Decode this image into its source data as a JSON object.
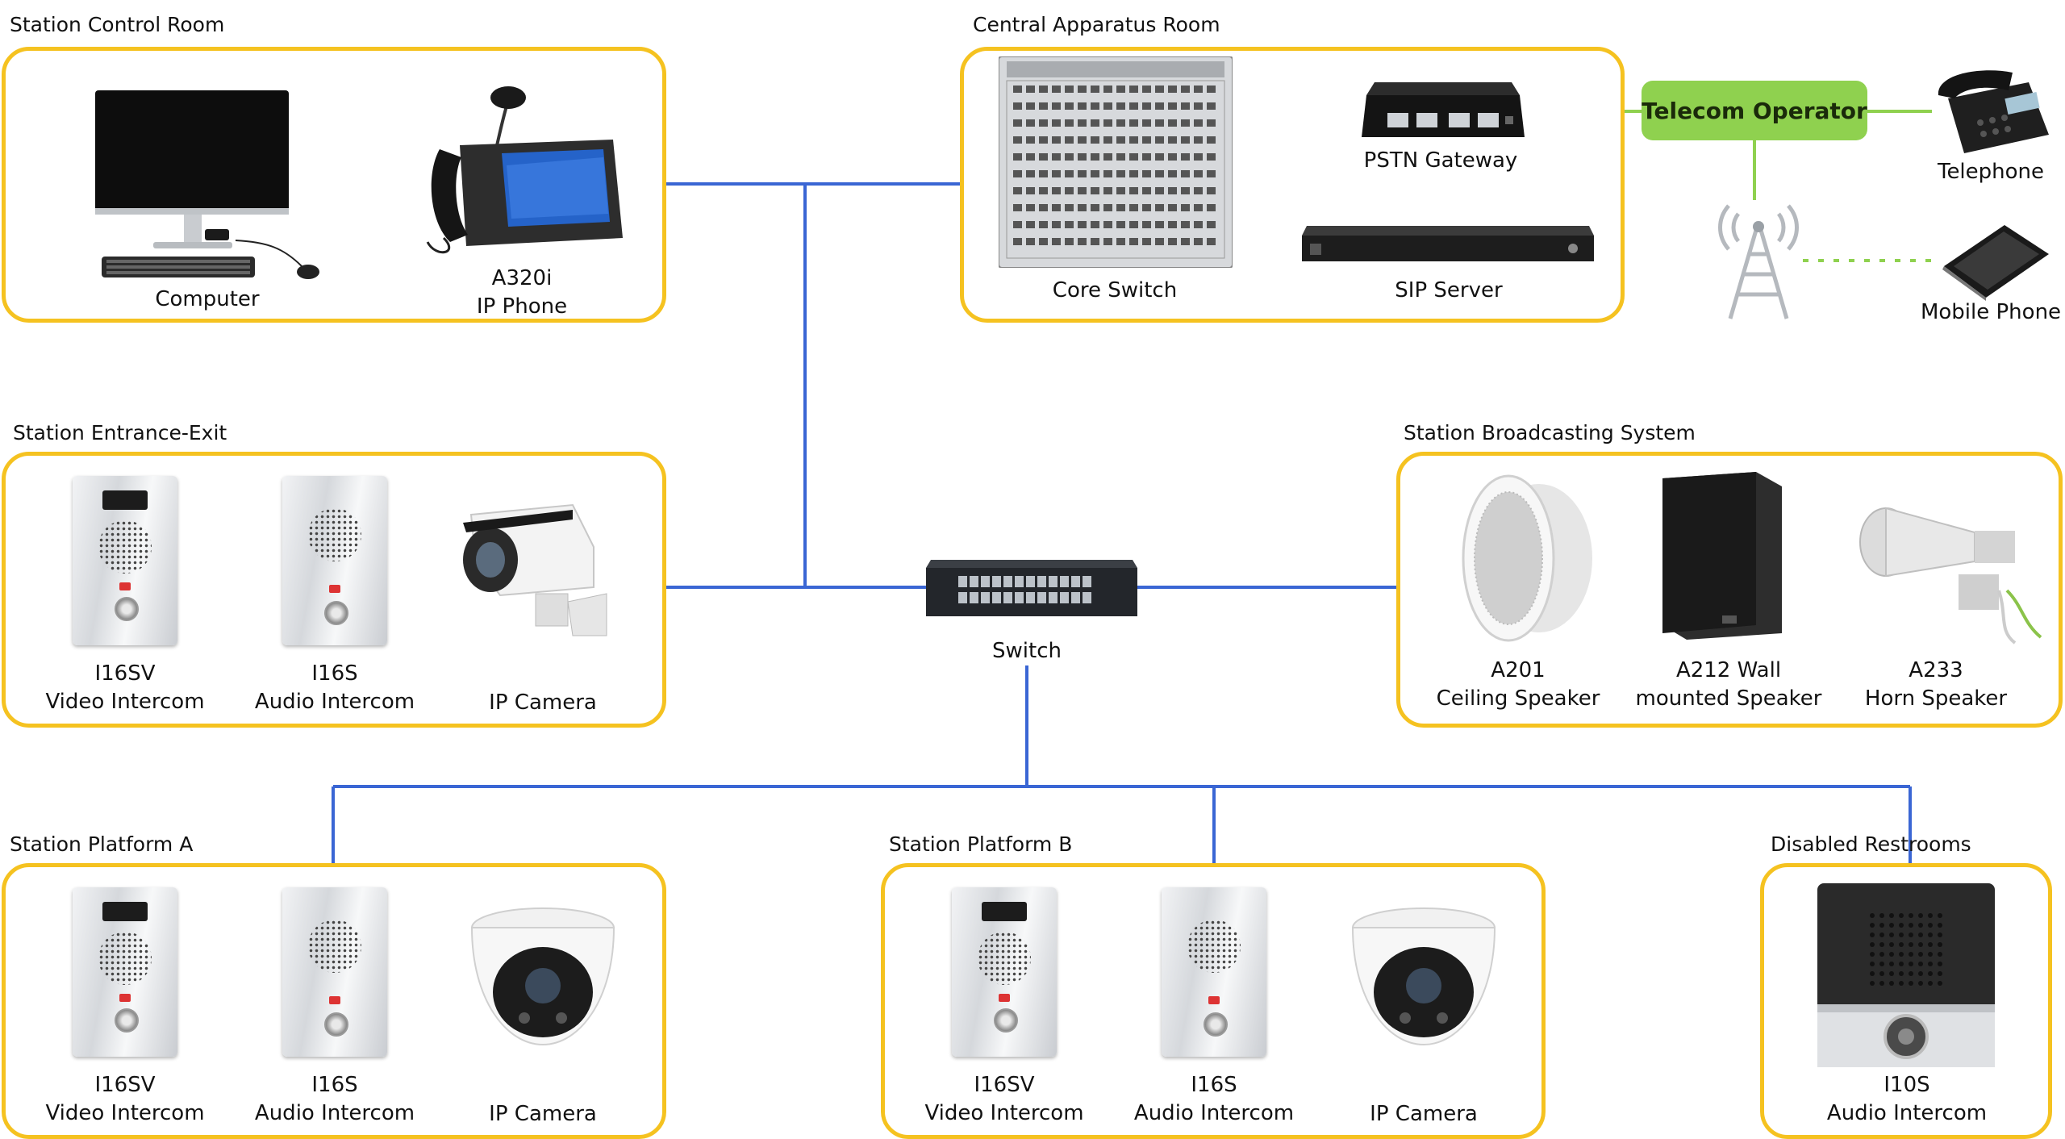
{
  "groups": {
    "control_room": "Station Control Room",
    "apparatus_room": "Central Apparatus Room",
    "entrance_exit": "Station Entrance-Exit",
    "broadcasting": "Station Broadcasting System",
    "platform_a": "Station Platform A",
    "platform_b": "Station Platform B",
    "restrooms": "Disabled Restrooms"
  },
  "devices": {
    "computer": "Computer",
    "a320i_model": "A320i",
    "a320i_type": "IP Phone",
    "core_switch": "Core Switch",
    "pstn_gateway": "PSTN Gateway",
    "sip_server": "SIP Server",
    "telecom_operator": "Telecom Operator",
    "telephone": "Telephone",
    "mobile_phone": "Mobile Phone",
    "switch": "Switch",
    "i16sv_model": "I16SV",
    "i16sv_type": "Video Intercom",
    "i16s_model": "I16S",
    "i16s_type": "Audio Intercom",
    "ip_camera": "IP Camera",
    "a201_model": "A201",
    "a201_type": "Ceiling Speaker",
    "a212_model": "A212 Wall",
    "a212_type": "mounted Speaker",
    "a233_model": "A233",
    "a233_type": "Horn Speaker",
    "i10s_model": "I10S",
    "i10s_type": "Audio Intercom"
  },
  "colors": {
    "box_border": "#f5c220",
    "link_line": "#3a66d4",
    "telecom_line": "#8fd14f",
    "telecom_fill": "#8fd14f"
  }
}
